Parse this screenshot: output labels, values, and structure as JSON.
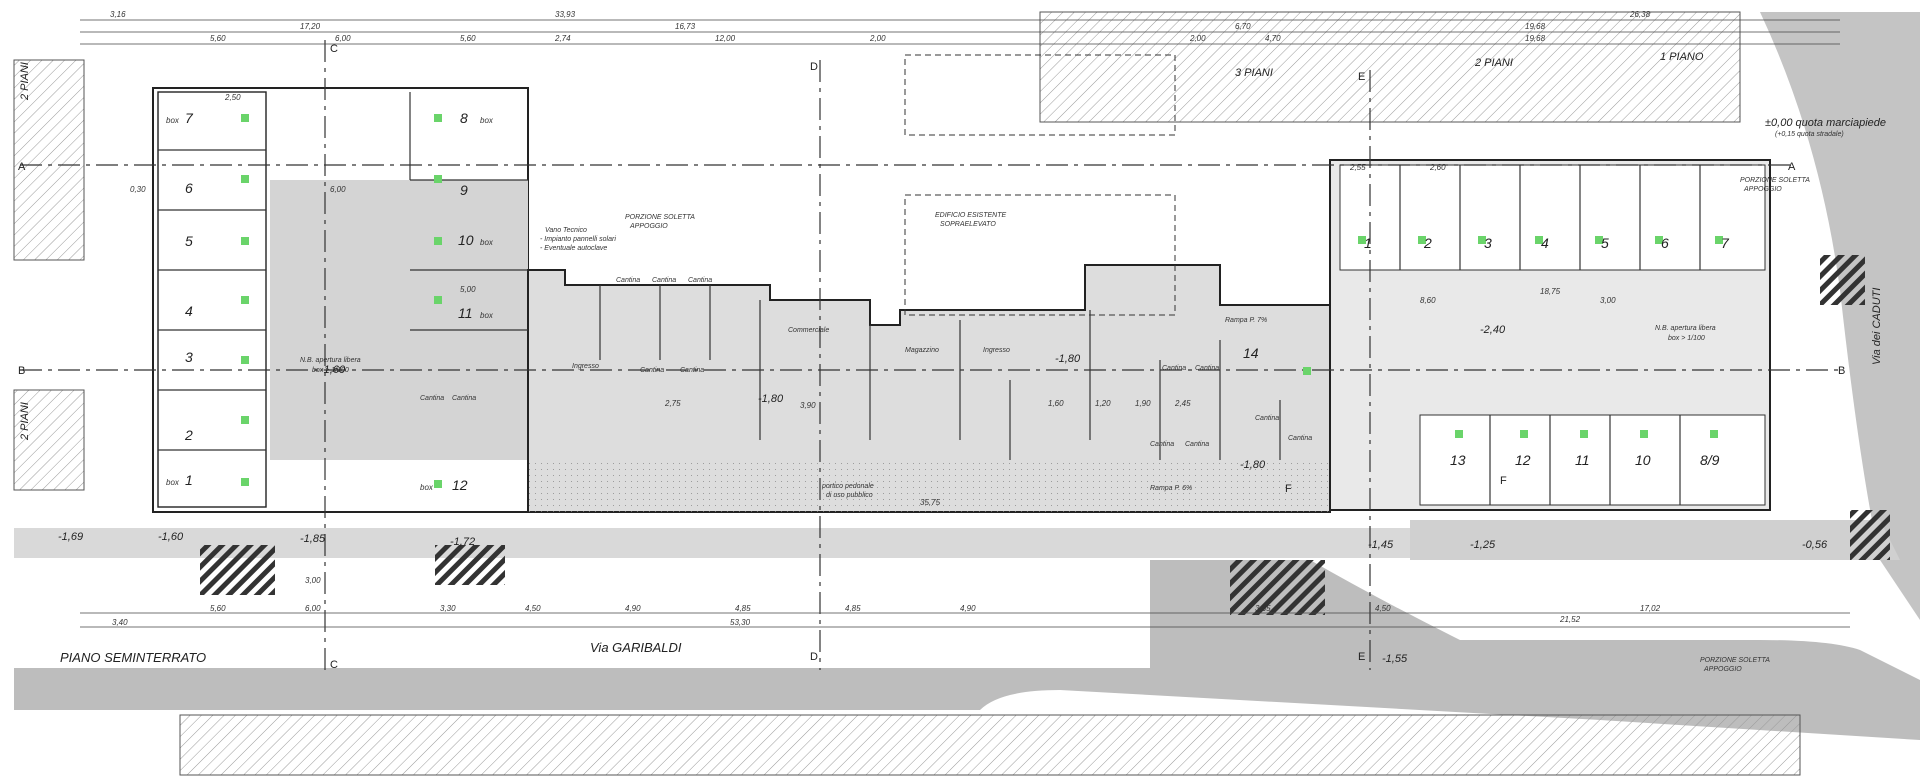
{
  "title": "PIANO SEMINTERRATO",
  "streets": {
    "garibaldi": "Via GARIBALDI",
    "caduti": "Via dei CADUTI"
  },
  "floors": {
    "left_top": "2 PIANI",
    "left_bottom": "2 PIANI",
    "piani3": "3 PIANI",
    "piani2": "2 PIANI",
    "piano1": "1 PIANO"
  },
  "sections": {
    "a": "A",
    "b": "B",
    "c": "C",
    "d": "D",
    "e": "E",
    "f": "F"
  },
  "quota": {
    "main": "±0,00 quota marciapiede",
    "sub": "(+0,15 quota stradale)"
  },
  "notes": {
    "nb_left": "N.B. apertura libera",
    "nb_left2": "box > 1/100",
    "nb_right": "N.B. apertura libera",
    "nb_right2": "box > 1/100",
    "vano": "Vano Tecnico",
    "vano2": "- Impianto pannelli solari",
    "vano3": "- Eventuale autoclave",
    "ingresso": "Ingresso",
    "ingresso2": "Ingresso",
    "magazzino": "Magazzino",
    "commerciale": "Commerciale",
    "portico": "portico pedonale",
    "portico2": "di uso pubblico",
    "rampa1": "Rampa P. 7%",
    "rampa2": "Rampa P. 6%",
    "edificio": "EDIFICIO ESISTENTE",
    "edificio2": "SOPRAELEVATO",
    "porzione": "PORZIONE SOLETTA",
    "appoggio": "APPOGGIO"
  },
  "levels": {
    "l1": "-1,60",
    "l2": "-2,40",
    "l3": "-1,69",
    "l4": "-1,60",
    "l5": "-1,85",
    "l6": "-1,72",
    "l7": "-1,45",
    "l8": "-1,25",
    "l9": "-0,56",
    "l10": "-1,55",
    "l11": "-1,80",
    "l12": "-1,80",
    "l13": "-1,80"
  },
  "boxes_left": [
    "7",
    "6",
    "5",
    "4",
    "3",
    "2",
    "1"
  ],
  "boxes_mid": [
    "8",
    "9",
    "10",
    "11",
    "12"
  ],
  "boxes_right_top": [
    "1",
    "2",
    "3",
    "4",
    "5",
    "6",
    "7"
  ],
  "boxes_right_bottom": [
    "13",
    "12",
    "11",
    "10",
    "8/9"
  ],
  "box_14": "14",
  "box_word": "box",
  "cantina": "Cantina",
  "dims_top": [
    "3,16",
    "17,20",
    "33,93",
    "16,73",
    "5,60",
    "6,00",
    "5,60",
    "2,74",
    "12,00",
    "2,00",
    "6,70",
    "26,38",
    "19,68",
    "2,00",
    "4,70",
    "19,68"
  ],
  "dims_bottom": [
    "5,60",
    "6,00",
    "3,30",
    "4,50",
    "4,90",
    "4,85",
    "4,85",
    "4,90",
    "3,65",
    "4,50",
    "21,52",
    "17,02",
    "53,30",
    "3,40",
    "3,00"
  ],
  "dims_misc": [
    "0,30",
    "6,00",
    "5,00",
    "2,50",
    "2,75",
    "3,90",
    "2,60",
    "2,55",
    "8,60",
    "18,75",
    "3,00",
    "35,75",
    "1,60",
    "1,90",
    "1,20",
    "2,45"
  ]
}
